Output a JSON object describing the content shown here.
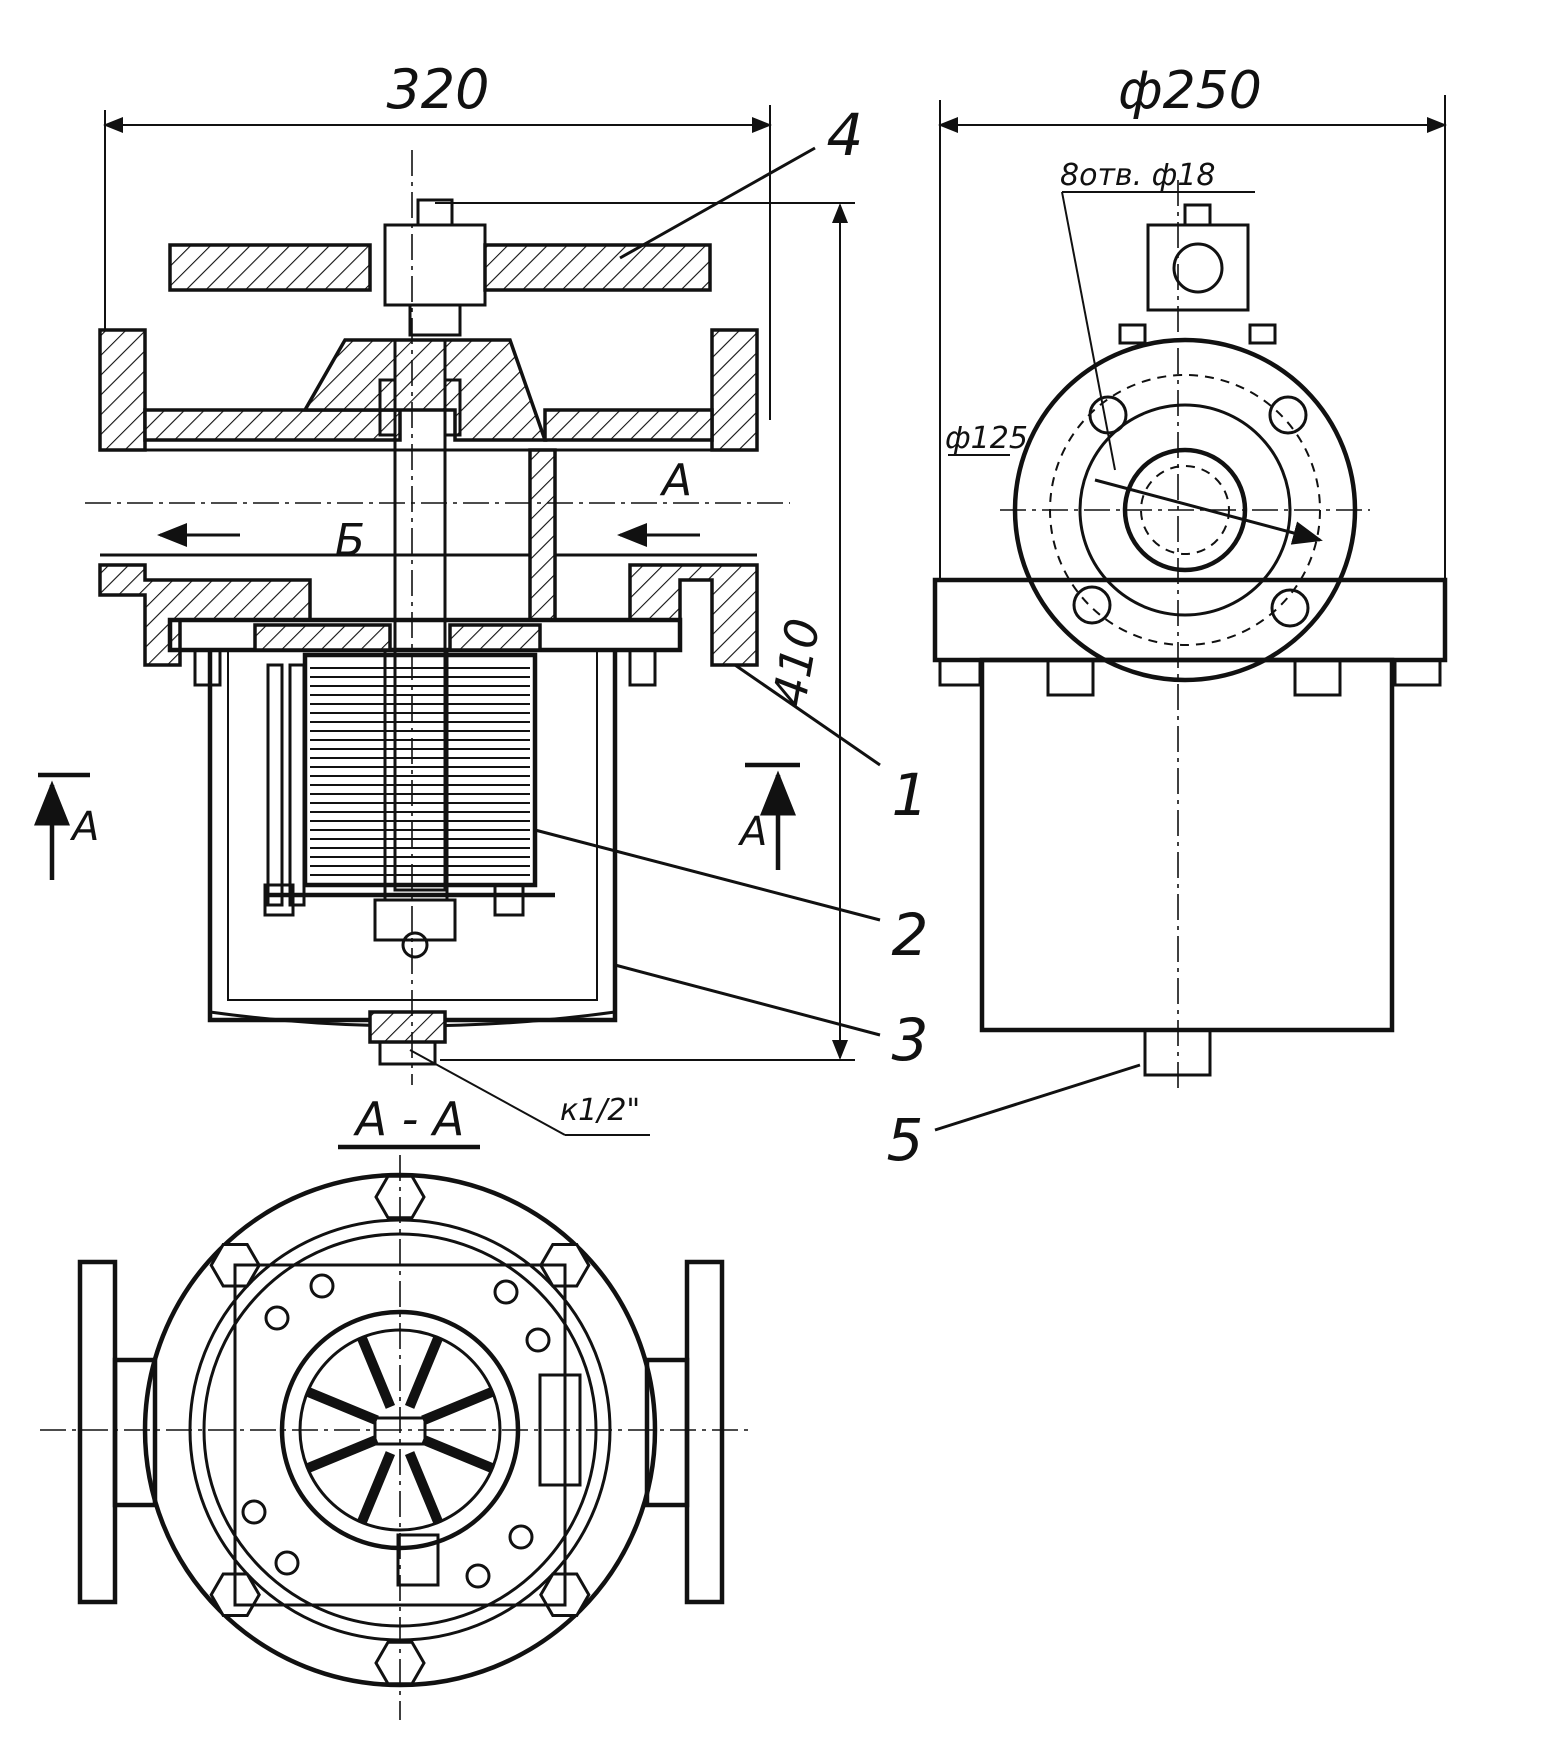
{
  "dimensions": {
    "width_total": "320",
    "diameter_flange": "ф250",
    "height_total": "410",
    "bolt_holes": "8отв. ф18",
    "bolt_circle": "ф125",
    "drain_thread": "к1/2\""
  },
  "section": {
    "marker_left": "А",
    "marker_right": "А",
    "view_title": "А - А"
  },
  "flow_labels": {
    "inlet": "А",
    "outlet": "Б"
  },
  "callouts": [
    "1",
    "2",
    "3",
    "4",
    "5"
  ]
}
